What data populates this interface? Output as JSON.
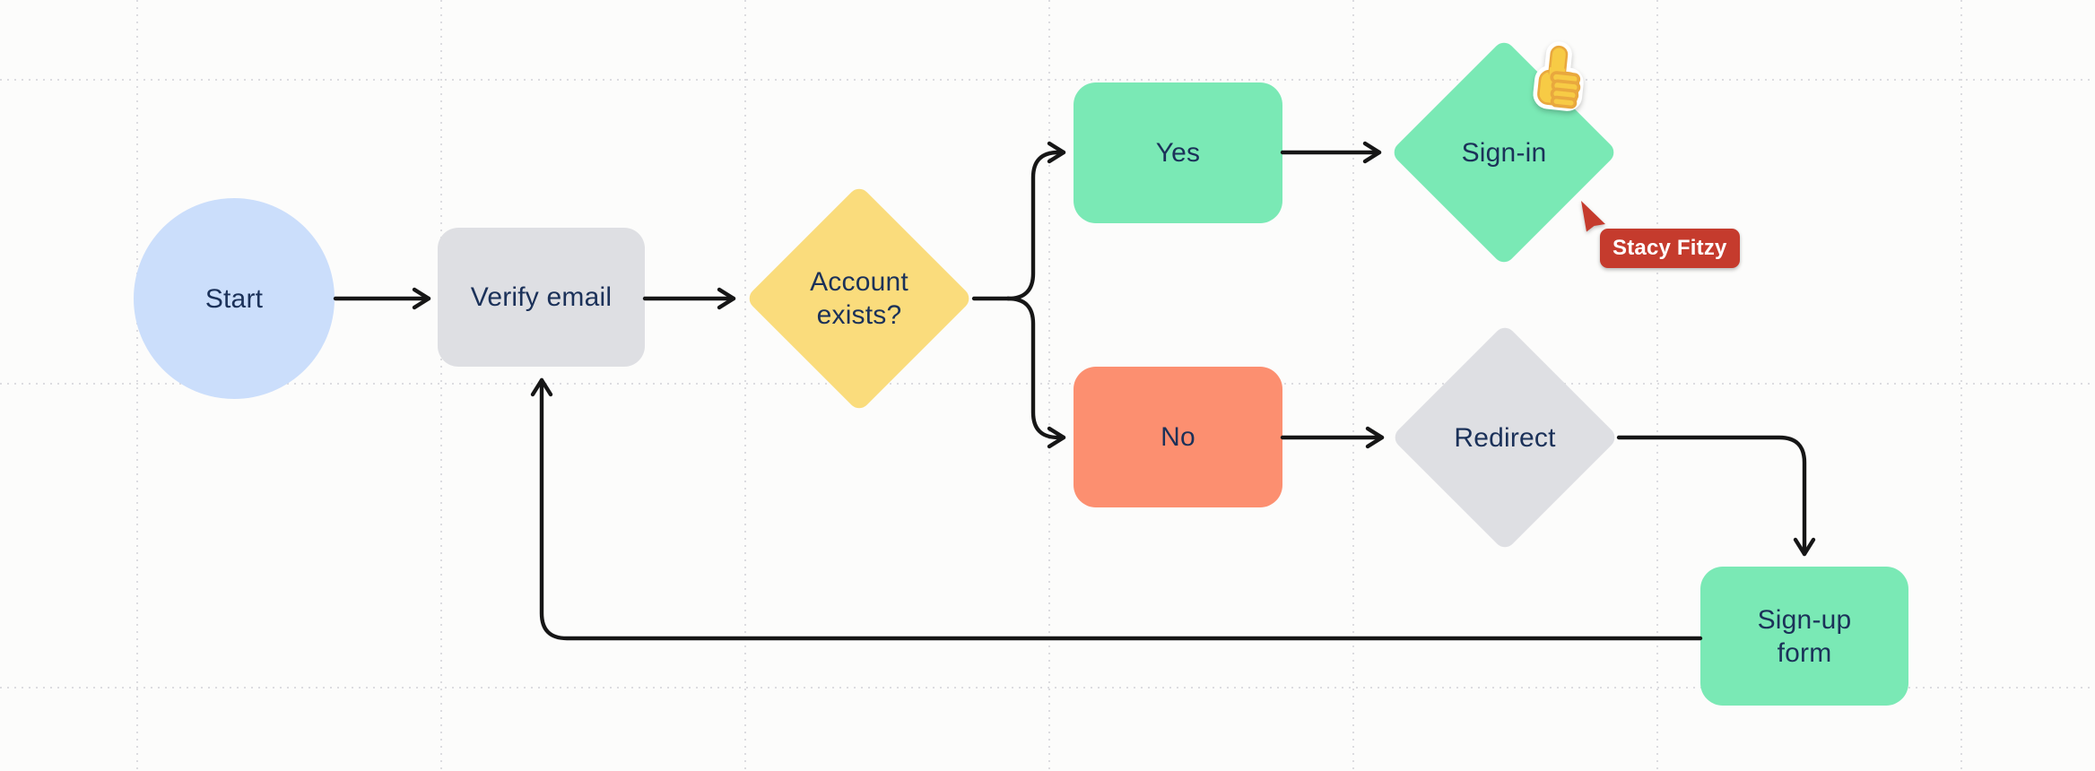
{
  "canvas": {
    "background": "#FCFCFB",
    "grid_dot_color": "#DCDCE0",
    "connector_color": "#161616",
    "node_text_color": "#1B3159"
  },
  "diagram": {
    "nodes": {
      "start": {
        "label": "Start",
        "shape": "circle",
        "fill": "#CBDEFB"
      },
      "verify_email": {
        "label": "Verify email",
        "shape": "rounded-rectangle",
        "fill": "#DEDFE3"
      },
      "account_exists": {
        "label": "Account exists?",
        "shape": "diamond",
        "fill": "#FADC7C"
      },
      "yes": {
        "label": "Yes",
        "shape": "rounded-rectangle",
        "fill": "#7AE9B5"
      },
      "no": {
        "label": "No",
        "shape": "rounded-rectangle",
        "fill": "#FC8F70"
      },
      "sign_in": {
        "label": "Sign-in",
        "shape": "diamond",
        "fill": "#7AE9B5"
      },
      "redirect": {
        "label": "Redirect",
        "shape": "diamond",
        "fill": "#DEDFE3"
      },
      "sign_up_form": {
        "label": "Sign-up form",
        "shape": "rounded-rectangle",
        "fill": "#7AE9B5"
      }
    },
    "edges": [
      {
        "from": "start",
        "to": "verify_email"
      },
      {
        "from": "verify_email",
        "to": "account_exists"
      },
      {
        "from": "account_exists",
        "to": "yes"
      },
      {
        "from": "account_exists",
        "to": "no"
      },
      {
        "from": "yes",
        "to": "sign_in"
      },
      {
        "from": "no",
        "to": "redirect"
      },
      {
        "from": "redirect",
        "to": "sign_up_form"
      },
      {
        "from": "sign_up_form",
        "to": "verify_email"
      }
    ]
  },
  "collaborator": {
    "name": "Stacy Fitzy",
    "color": "#C53B2D"
  },
  "sticker": {
    "name": "thumbs-up-emoji",
    "attached_to": "sign_in"
  }
}
